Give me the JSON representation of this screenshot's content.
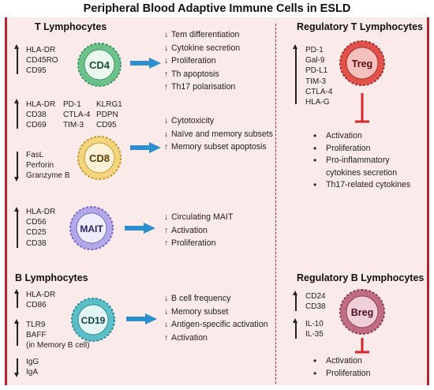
{
  "title": "Peripheral Blood Adaptive Immune Cells in ESLD",
  "sections": {
    "t_lymph": "T Lymphocytes",
    "b_lymph": "B Lymphocytes",
    "treg": "Regulatory T Lymphocytes",
    "breg": "Regulatory B Lymphocytes"
  },
  "cells": {
    "cd4": "CD4",
    "cd8": "CD8",
    "mait": "MAIT",
    "cd19": "CD19",
    "treg": "Treg",
    "breg": "Breg"
  },
  "colors": {
    "panel_bg": "#fbeaea",
    "border": "#b3262d",
    "flow_arrow": "#2b8fd0",
    "cd4": "#6cc08c",
    "cd8": "#f3d57f",
    "mait": "#b2a8e8",
    "cd19": "#5cbfc7",
    "treg": "#e0524a",
    "breg": "#c06c84",
    "inhibit": "#d4262d"
  },
  "markers": {
    "cd4_up": "HLA-DR\nCD45RO\nCD95",
    "cd8_up_col1": "HLA-DR\nCD38\nCD69",
    "cd8_up_col2": "PD-1\nCTLA-4\nTIM-3",
    "cd8_up_col3": "KLRG1\nPDPN\nCD95",
    "cd8_down": "FasL\nPerforin\nGranzyme B",
    "mait_up": "HLA-DR\nCD56\nCD25\nCD38",
    "cd19_up1": "HLA-DR\nCD86",
    "cd19_up2": "TLR9\nBAFF\n(in Memory B cell)",
    "cd19_down": "IgG\nIgA",
    "treg_up": "PD-1\nGal-9\nPD-L1\nTIM-3\nCTLA-4\nHLA-G",
    "breg_up1": "CD24\nCD38",
    "breg_up2": "IL-10\nIL-35"
  },
  "effects": {
    "cd4": [
      {
        "dir": "↓",
        "text": "Tem differentiation"
      },
      {
        "dir": "↓",
        "text": "Cytokine secretion"
      },
      {
        "dir": "↓",
        "text": "Proliferation"
      },
      {
        "dir": "↑",
        "text": "Th apoptosis"
      },
      {
        "dir": "↑",
        "text": "Th17 polarisation"
      }
    ],
    "cd8": [
      {
        "dir": "↓",
        "text": "Cytotoxicity"
      },
      {
        "dir": "↓",
        "text": "Naïve and memory subsets"
      },
      {
        "dir": "↑",
        "text": "Memory subset apoptosis"
      }
    ],
    "mait": [
      {
        "dir": "↓",
        "text": "Circulating MAIT"
      },
      {
        "dir": "↑",
        "text": "Activation"
      },
      {
        "dir": "↑",
        "text": "Proliferation"
      }
    ],
    "cd19": [
      {
        "dir": "↓",
        "text": "B cell frequency"
      },
      {
        "dir": "↓",
        "text": "Memory subset"
      },
      {
        "dir": "↓",
        "text": "Antigen-specific activation"
      },
      {
        "dir": "↑",
        "text": "Activation"
      }
    ]
  },
  "inhibited": {
    "treg": [
      "Activation",
      "Proliferation",
      "Pro-inflammatory",
      "cytokines secretion",
      "Th17-related cytokines"
    ],
    "breg": [
      "Activation",
      "Proliferation"
    ]
  }
}
